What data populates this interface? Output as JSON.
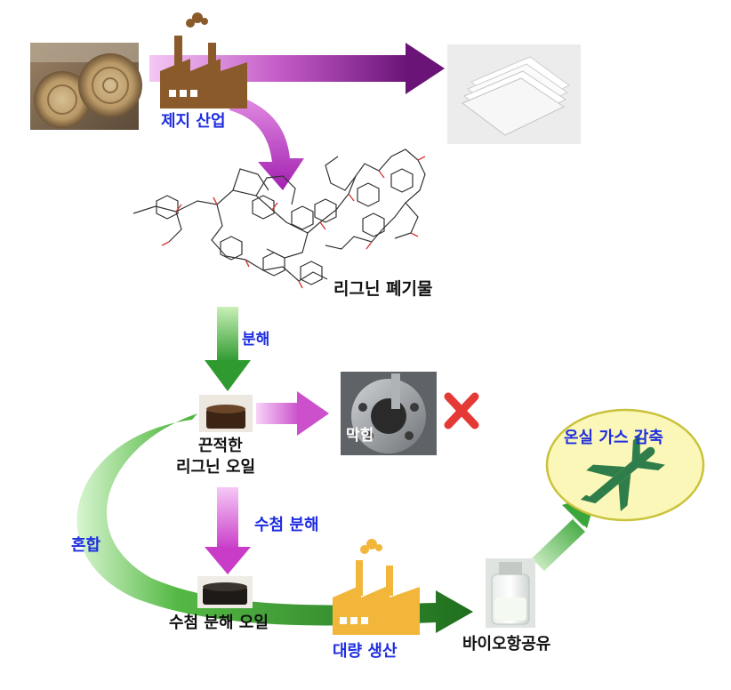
{
  "labels": {
    "paper_industry": "제지 산업",
    "lignin_waste": "리그닌 폐기물",
    "decomposition": "분해",
    "clogging": "막힘",
    "viscous_oil_line1": "끈적한",
    "viscous_oil_line2": "리그닌 오일",
    "hydrotreatment": "수첨 분해",
    "mixing": "혼합",
    "hydro_oil": "수첨 분해 오일",
    "mass_production": "대량 생산",
    "bio_jet_fuel": "바이오항공유",
    "ghg_reduction": "온실 가스 감축"
  },
  "colors": {
    "label_blue": "#1f2ee0",
    "label_black": "#111111",
    "factory_brown": "#8a5a2b",
    "factory_yellow": "#f2b63a",
    "arrow_purple": "#7a1c86",
    "arrow_pink": "#d95fd9",
    "arrow_green": "#2e8b2e",
    "cross_red": "#e53935",
    "ellipse_fill": "#fbf7b8",
    "ellipse_stroke": "#c9c23a",
    "plane_green": "#2f7d4a"
  },
  "icons": [
    "factory-icon",
    "airplane-icon",
    "cross-icon"
  ]
}
